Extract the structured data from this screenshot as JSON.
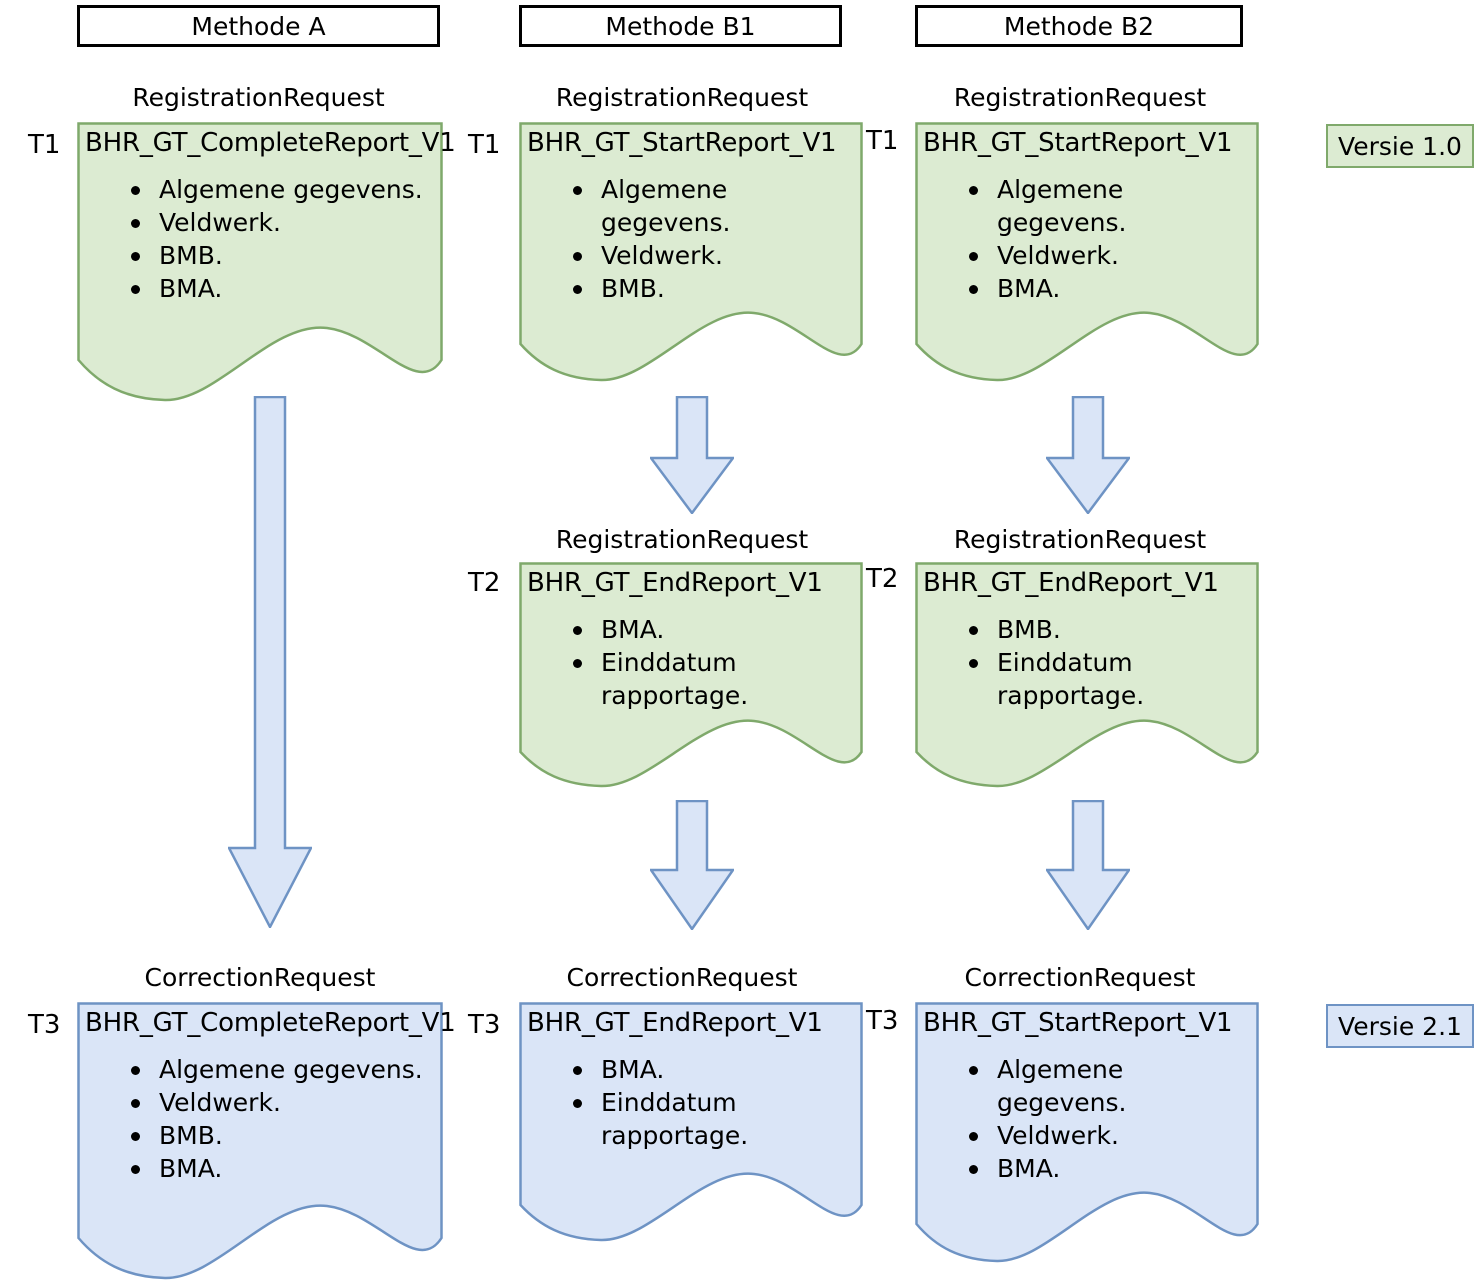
{
  "columns": [
    {
      "header": "Methode A"
    },
    {
      "header": "Methode B1"
    },
    {
      "header": "Methode B2"
    }
  ],
  "legend": [
    {
      "label": "Versie 1.0",
      "color": "#DCEBD2",
      "border": "#7FA96B"
    },
    {
      "label": "Versie 2.1",
      "color": "#DAE5F7",
      "border": "#6E93C4"
    }
  ],
  "time_labels": {
    "a_t1": "T1",
    "a_t3": "T3",
    "b1_t1_left": "T1",
    "b1_t1_right": "T1",
    "b1_t2_left": "T2",
    "b1_t2_right": "T2",
    "b1_t3_left": "T3",
    "b1_t3_right": "T3",
    "b2_t1_left": "T1",
    "b2_t2_left": "T2",
    "b2_t3_left": "T3"
  },
  "documents": {
    "a_t1": {
      "caption": "RegistrationRequest",
      "title": "BHR_GT_CompleteReport_V1",
      "items": [
        "Algemene gegevens.",
        "Veldwerk.",
        "BMB.",
        "BMA."
      ],
      "fill": "#DCEBD2",
      "stroke": "#7FA96B"
    },
    "a_t3": {
      "caption": "CorrectionRequest",
      "title": "BHR_GT_CompleteReport_V1",
      "items": [
        "Algemene gegevens.",
        "Veldwerk.",
        "BMB.",
        "BMA."
      ],
      "fill": "#DAE5F7",
      "stroke": "#6E93C4"
    },
    "b1_t1": {
      "caption": "RegistrationRequest",
      "title": "BHR_GT_StartReport_V1",
      "items": [
        "Algemene gegevens.",
        "Veldwerk.",
        "BMB."
      ],
      "fill": "#DCEBD2",
      "stroke": "#7FA96B"
    },
    "b1_t2": {
      "caption": "RegistrationRequest",
      "title": "BHR_GT_EndReport_V1",
      "items": [
        "BMA.",
        "Einddatum rapportage."
      ],
      "fill": "#DCEBD2",
      "stroke": "#7FA96B"
    },
    "b1_t3": {
      "caption": "CorrectionRequest",
      "title": "BHR_GT_EndReport_V1",
      "items": [
        "BMA.",
        "Einddatum rapportage."
      ],
      "fill": "#DAE5F7",
      "stroke": "#6E93C4"
    },
    "b2_t1": {
      "caption": "RegistrationRequest",
      "title": "BHR_GT_StartReport_V1",
      "items": [
        "Algemene gegevens.",
        "Veldwerk.",
        "BMA."
      ],
      "fill": "#DCEBD2",
      "stroke": "#7FA96B"
    },
    "b2_t2": {
      "caption": "RegistrationRequest",
      "title": "BHR_GT_EndReport_V1",
      "items": [
        "BMB.",
        "Einddatum rapportage."
      ],
      "fill": "#DCEBD2",
      "stroke": "#7FA96B"
    },
    "b2_t3": {
      "caption": "CorrectionRequest",
      "title": "BHR_GT_StartReport_V1",
      "items": [
        "Algemene gegevens.",
        "Veldwerk.",
        "BMA."
      ],
      "fill": "#DAE5F7",
      "stroke": "#6E93C4"
    }
  },
  "arrows": {
    "fill": "#DAE5F7",
    "stroke": "#6E93C4",
    "names": [
      "arrow-a-t1-to-t3",
      "arrow-b1-t1-to-t2",
      "arrow-b1-t2-to-t3",
      "arrow-b2-t1-to-t2",
      "arrow-b2-t2-to-t3"
    ]
  }
}
